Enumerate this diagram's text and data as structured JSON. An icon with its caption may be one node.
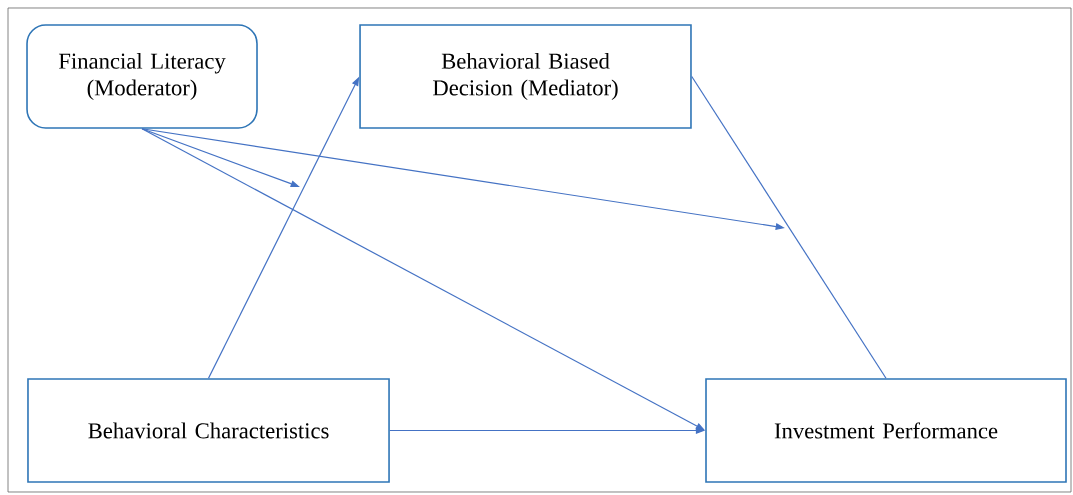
{
  "diagram": {
    "nodes": [
      {
        "text": [
          "Financial Literacy (Moderator)"
        ]
      },
      {
        "text": [
          "Behavioral Biased Decision (Mediator)"
        ]
      },
      {
        "text": [
          "Behavioral Characteristics"
        ]
      },
      {
        "text": [
          "Investment Performance"
        ]
      }
    ],
    "edges": [
      {
        "from": 2,
        "to": 1,
        "arrow": "to"
      },
      {
        "from": 1,
        "to": 3,
        "arrow": "none"
      },
      {
        "from": 0,
        "to": 3,
        "arrow": "to"
      },
      {
        "from": 2,
        "to": 3,
        "arrow": "to"
      },
      {
        "from": 0,
        "to": null,
        "arrow": "to"
      },
      {
        "from": 0,
        "to": null,
        "arrow": "to"
      }
    ]
  }
}
